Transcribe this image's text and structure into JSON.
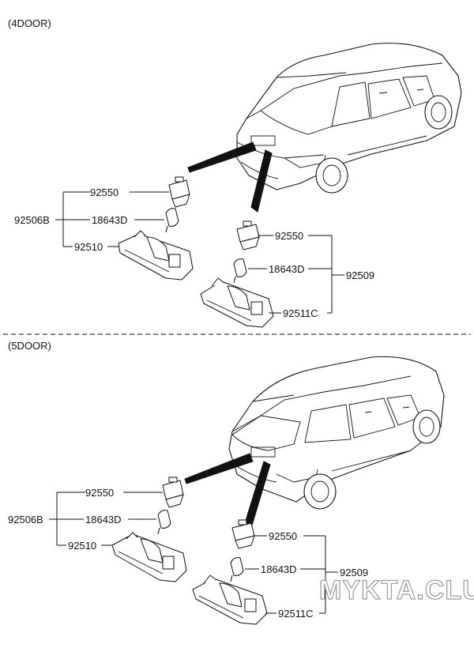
{
  "sections": [
    {
      "title": "(4DOOR)",
      "labels": {
        "left_group": "92506B",
        "left_socket": "92550",
        "left_bulb": "18643D",
        "left_lamp": "92510",
        "right_socket": "92550",
        "right_bulb": "18643D",
        "right_group": "92509",
        "right_lamp": "92511C"
      }
    },
    {
      "title": "(5DOOR)",
      "labels": {
        "left_group": "92506B",
        "left_socket": "92550",
        "left_bulb": "18643D",
        "left_lamp": "92510",
        "right_socket": "92550",
        "right_bulb": "18643D",
        "right_group": "92509",
        "right_lamp": "92511C"
      }
    }
  ],
  "watermark": "MYKTA.CLUB",
  "icons": [
    "sedan-car-icon",
    "hatchback-car-icon",
    "bulb-socket-icon",
    "bulb-icon",
    "license-lamp-housing-icon"
  ]
}
